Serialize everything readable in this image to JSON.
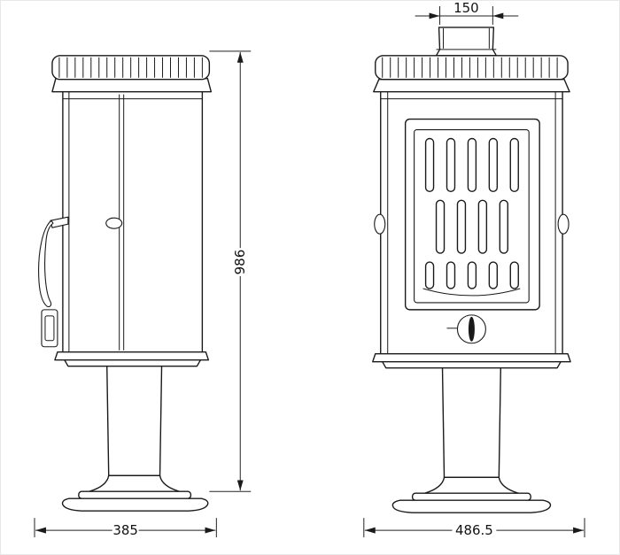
{
  "drawing": {
    "type": "technical-drawing",
    "subject": "free-standing stove, side and front elevation with dimensions",
    "labels": {
      "flue_width": "150",
      "overall_height": "986",
      "side_depth": "385",
      "front_width": "486.5"
    }
  }
}
